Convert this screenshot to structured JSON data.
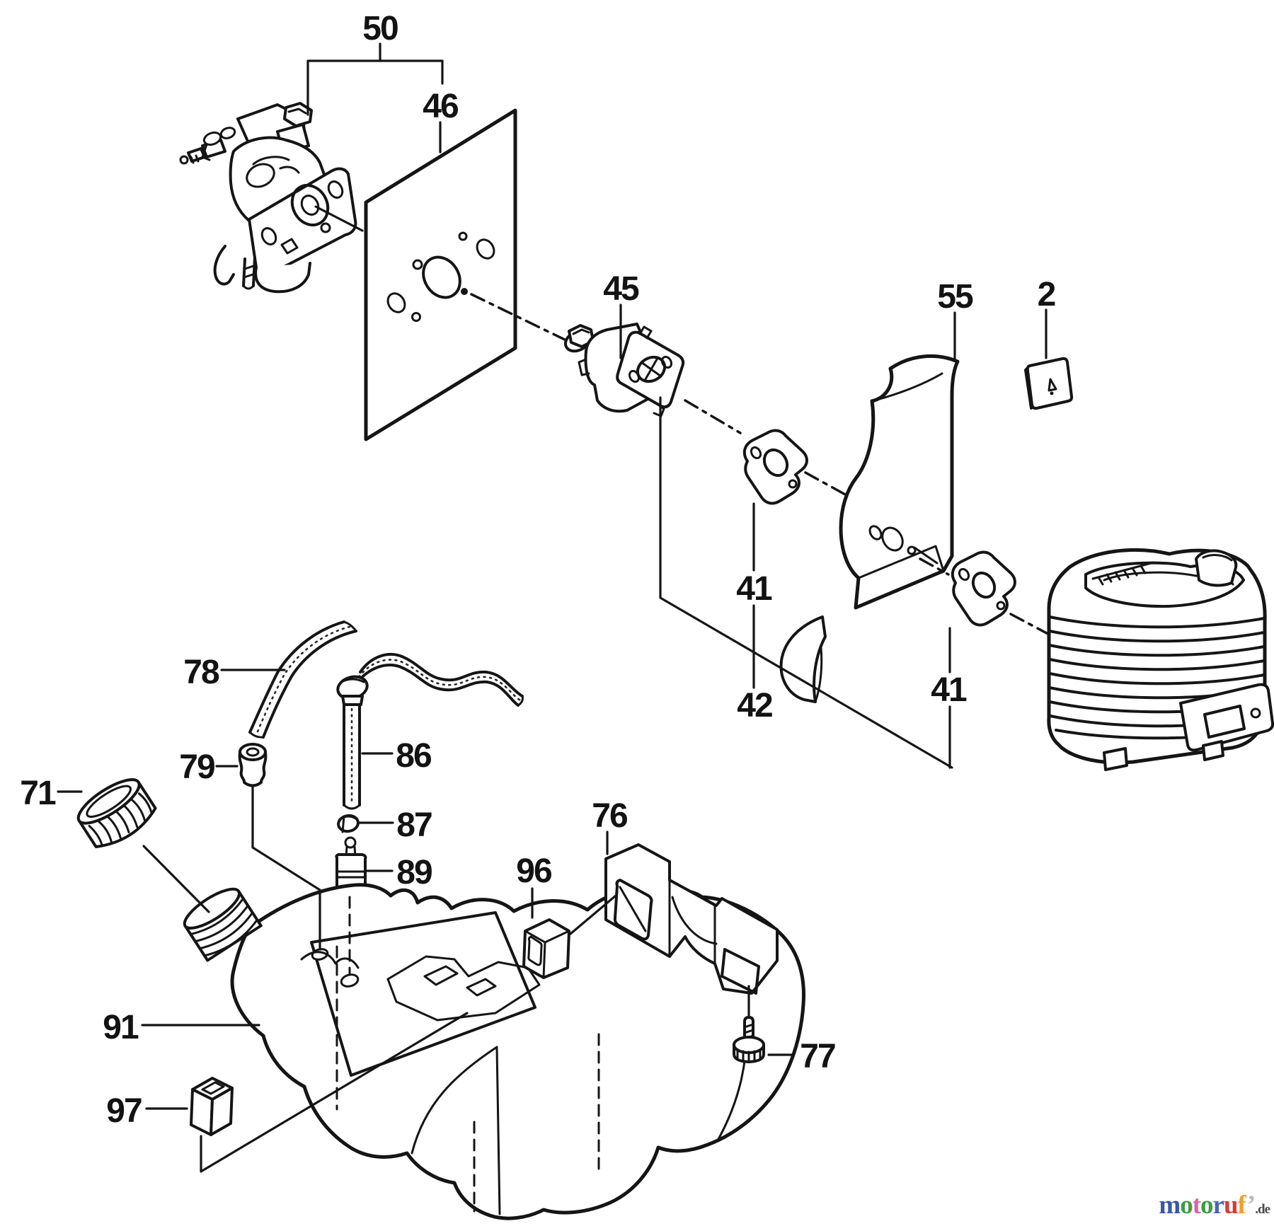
{
  "colors": {
    "background": "#ffffff",
    "line_art": "#151515",
    "label_text": "#131313"
  },
  "diagram": {
    "callouts": [
      {
        "label": "50",
        "target": "carburetor-with-gasket-group"
      },
      {
        "label": "46",
        "target": "carburetor-gasket-plate"
      },
      {
        "label": "45",
        "target": "mounting-bolt"
      },
      {
        "label": "55",
        "target": "engine-shroud-plate"
      },
      {
        "label": "2",
        "target": "small-cushion-pad"
      },
      {
        "label": "41",
        "target": "intake-gasket-front"
      },
      {
        "label": "42",
        "target": "intake-insulator-block"
      },
      {
        "label": "41",
        "target": "intake-gasket-rear"
      },
      {
        "label": "78",
        "target": "fuel-pipe-curved"
      },
      {
        "label": "79",
        "target": "fuel-grommet"
      },
      {
        "label": "86",
        "target": "fuel-pickup-pipe"
      },
      {
        "label": "87",
        "target": "pipe-clip"
      },
      {
        "label": "89",
        "target": "fuel-filter"
      },
      {
        "label": "71",
        "target": "fuel-tank-cap"
      },
      {
        "label": "91",
        "target": "fuel-tank"
      },
      {
        "label": "97",
        "target": "tank-cushion"
      },
      {
        "label": "96",
        "target": "rubber-insert"
      },
      {
        "label": "76",
        "target": "tank-holder-bracket"
      },
      {
        "label": "77",
        "target": "holder-screw"
      }
    ]
  },
  "watermark": {
    "letters": [
      {
        "ch": "m",
        "color": "#3A57A8"
      },
      {
        "ch": "o",
        "color": "#3C9E41"
      },
      {
        "ch": "t",
        "color": "#E060A8"
      },
      {
        "ch": "o",
        "color": "#3C9E41"
      },
      {
        "ch": "r",
        "color": "#4A66B8"
      },
      {
        "ch": "u",
        "color": "#D23C3C"
      },
      {
        "ch": "f",
        "color": "#EE9F2E"
      },
      {
        "ch": "’",
        "color": "#BBBBBB"
      }
    ],
    "suffix": ".de",
    "suffix_color": "#4A4A4A"
  }
}
